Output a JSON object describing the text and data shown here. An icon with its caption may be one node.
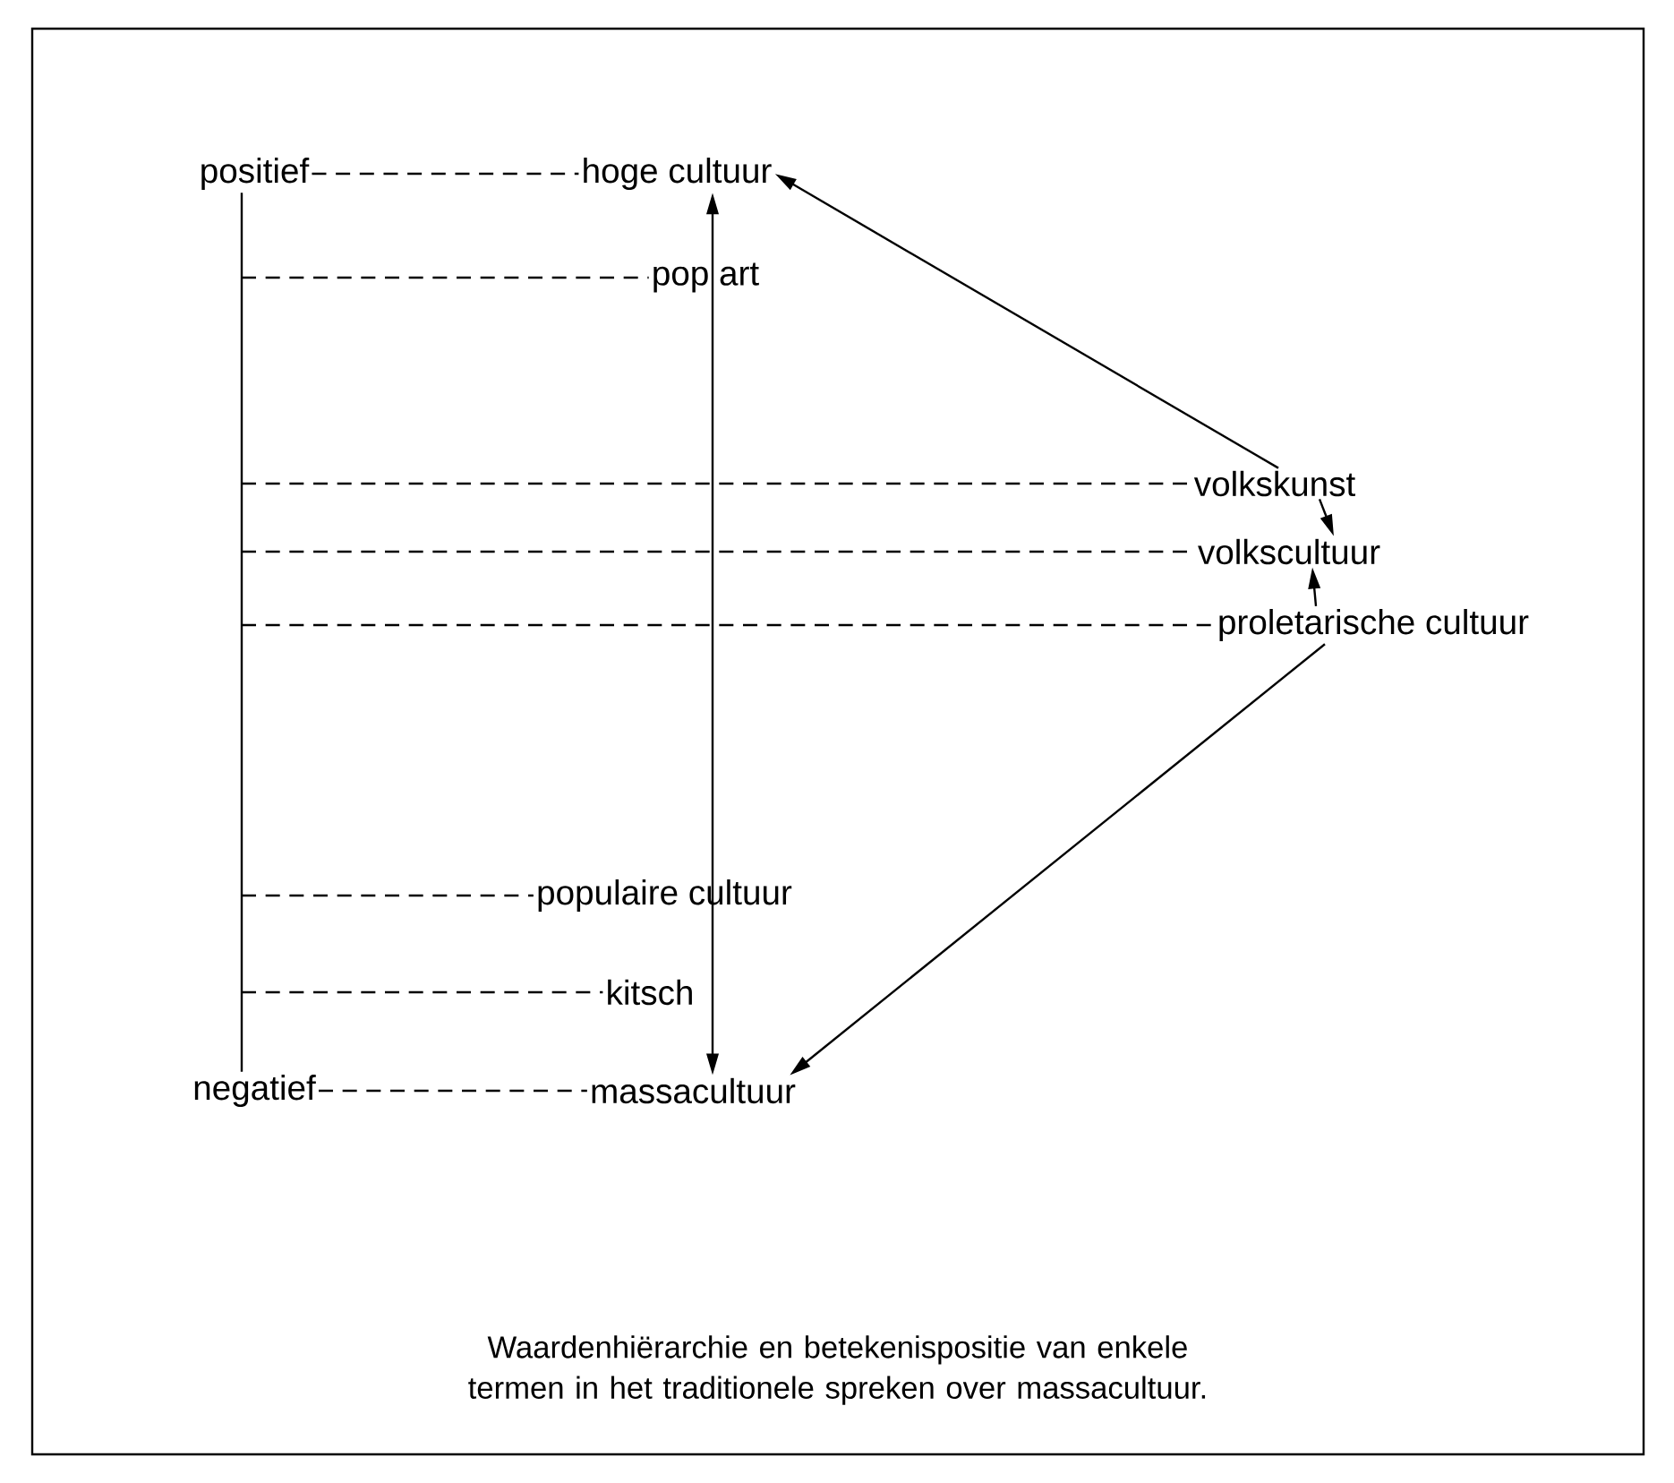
{
  "diagram": {
    "caption": "Waardenhiërarchie en betekenispositie van enkele termen in het traditionele spreken over massacultuur.",
    "nodes": [
      {
        "text": [
          "positief"
        ]
      },
      {
        "text": [
          "hoge cultuur"
        ]
      },
      {
        "text": [
          "pop art"
        ]
      },
      {
        "text": [
          "volkskunst"
        ]
      },
      {
        "text": [
          "volkscultuur"
        ]
      },
      {
        "text": [
          "proletarische cultuur"
        ]
      },
      {
        "text": [
          "populaire cultuur"
        ]
      },
      {
        "text": [
          "kitsch"
        ]
      },
      {
        "text": [
          "negatief"
        ]
      },
      {
        "text": [
          "massacultuur"
        ]
      }
    ],
    "edges": [
      {
        "from": 0,
        "to": 8,
        "arrow": "none"
      },
      {
        "from": 0,
        "to": 1,
        "arrow": "none",
        "style": "dashed"
      },
      {
        "from": null,
        "to": 2,
        "arrow": "none",
        "style": "dashed"
      },
      {
        "from": null,
        "to": 3,
        "arrow": "none",
        "style": "dashed"
      },
      {
        "from": null,
        "to": 4,
        "arrow": "none",
        "style": "dashed"
      },
      {
        "from": null,
        "to": 5,
        "arrow": "none",
        "style": "dashed"
      },
      {
        "from": null,
        "to": 6,
        "arrow": "none",
        "style": "dashed"
      },
      {
        "from": null,
        "to": 7,
        "arrow": "none",
        "style": "dashed"
      },
      {
        "from": 8,
        "to": 9,
        "arrow": "none",
        "style": "dashed"
      },
      {
        "from": 9,
        "to": 1,
        "arrow": "both"
      },
      {
        "from": 3,
        "to": 1,
        "arrow": "to"
      },
      {
        "from": 3,
        "to": 4,
        "arrow": "to"
      },
      {
        "from": 5,
        "to": 4,
        "arrow": "to"
      },
      {
        "from": 5,
        "to": 9,
        "arrow": "to"
      }
    ]
  }
}
